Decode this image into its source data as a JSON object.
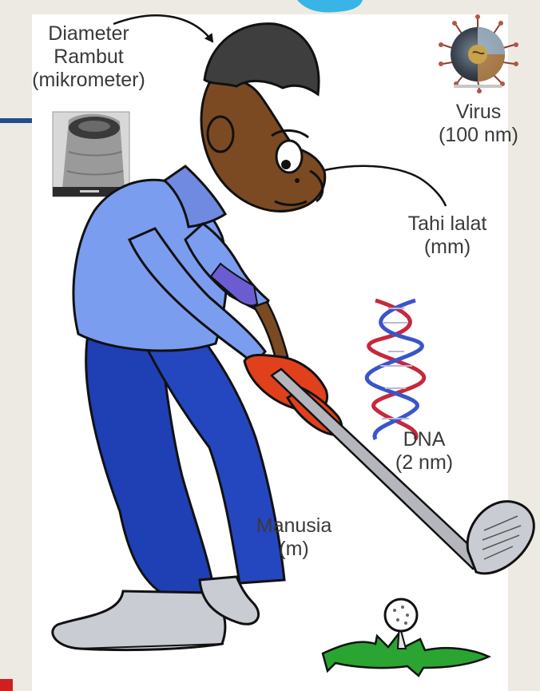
{
  "labels": {
    "hair": {
      "line1": "Diameter",
      "line2": "Rambut",
      "line3": "(mikrometer)"
    },
    "virus": {
      "line1": "Virus",
      "line2": "(100 nm)"
    },
    "mole": {
      "line1": "Tahi lalat",
      "line2": "(mm)"
    },
    "dna": {
      "line1": "DNA",
      "line2": "(2 nm)"
    },
    "human": {
      "line1": "Manusia",
      "line2": "(m)"
    }
  },
  "colors": {
    "slide_background": "#eceae2",
    "accent_blue": "#1f4e8c",
    "accent_red": "#d0201d",
    "cyan_arc": "#39b4e6",
    "shirt": "#7a9df0",
    "trousers": "#1f3fb5",
    "skin": "#7b4a22",
    "glove": "#e0401c",
    "grass": "#2aa531",
    "dna_red": "#c6283c",
    "dna_blue": "#3a55c9"
  },
  "icons": [
    "hair-micrograph-icon",
    "virus-icon",
    "dna-helix-icon",
    "golf-ball-icon",
    "golf-club-icon"
  ]
}
